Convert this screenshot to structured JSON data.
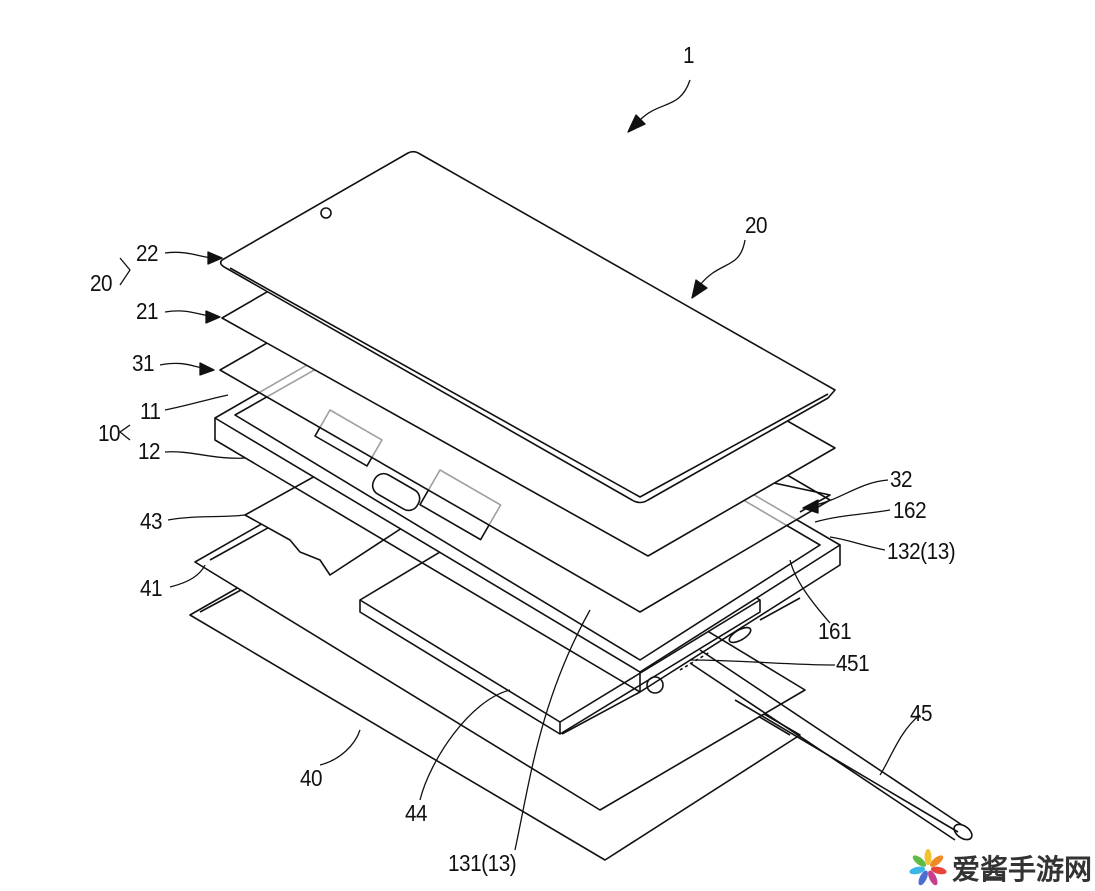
{
  "figure": {
    "labels": {
      "device": "1",
      "display_assembly_top": "20",
      "display_assembly_left": "20",
      "window": "22",
      "display_panel": "21",
      "front_plate": "31",
      "housing": "10",
      "frame": "11",
      "side_member": "12",
      "board": "43",
      "support_plate": "41",
      "back_cover": "40",
      "battery": "44",
      "first_opening": "131(13)",
      "stylus": "45",
      "stylus_hole": "451",
      "connector_hole": "161",
      "second_opening": "132(13)",
      "speaker_hole": "162",
      "rear_plate": "32"
    }
  },
  "watermark": {
    "text": "爱酱手游网",
    "colors": [
      "#f2c230",
      "#f08a24",
      "#e8443a",
      "#c2408f",
      "#4a6fd1",
      "#3bb5e6",
      "#5dbb46"
    ]
  }
}
